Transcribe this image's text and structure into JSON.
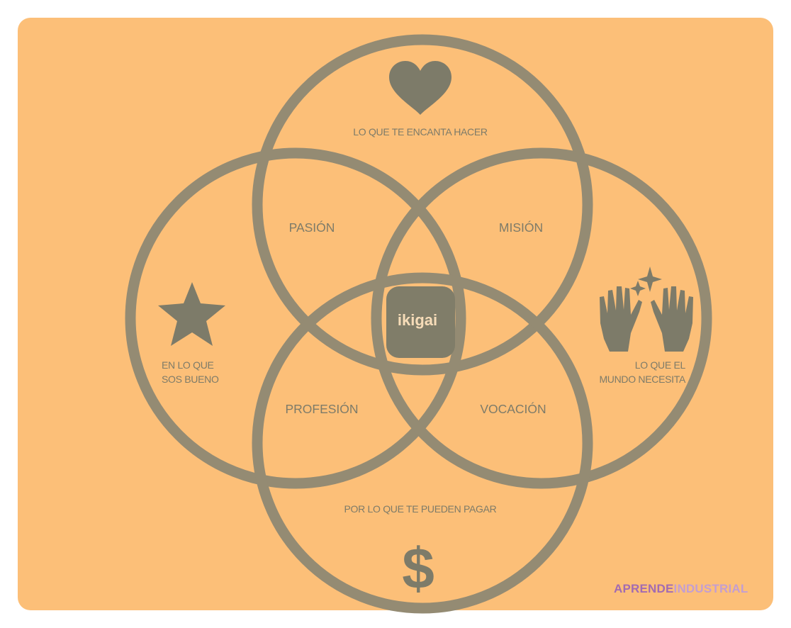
{
  "diagram": {
    "outer": {
      "top": "LO QUE TE ENCANTA HACER",
      "left_line1": "EN LO QUE",
      "left_line2": "SOS BUENO",
      "right_line1": "LO QUE EL",
      "right_line2": "MUNDO NECESITA",
      "bottom": "POR LO QUE TE PUEDEN PAGAR"
    },
    "intersections": {
      "top_left": "PASIÓN",
      "top_right": "MISIÓN",
      "bottom_left": "PROFESIÓN",
      "bottom_right": "VOCACIÓN"
    },
    "center": "ikigai",
    "symbols": {
      "top": "heart-icon",
      "left": "star-icon",
      "right": "raised-hands-sparkle-icon",
      "bottom": "$"
    },
    "colors": {
      "background": "#fcbf78",
      "ring": "#948b73",
      "text": "#7d7b69",
      "center_fill": "#807d69",
      "center_text": "#f6dcb8"
    }
  },
  "watermark": {
    "part1": "APRENDE",
    "part2": "INDUSTRIAL"
  }
}
